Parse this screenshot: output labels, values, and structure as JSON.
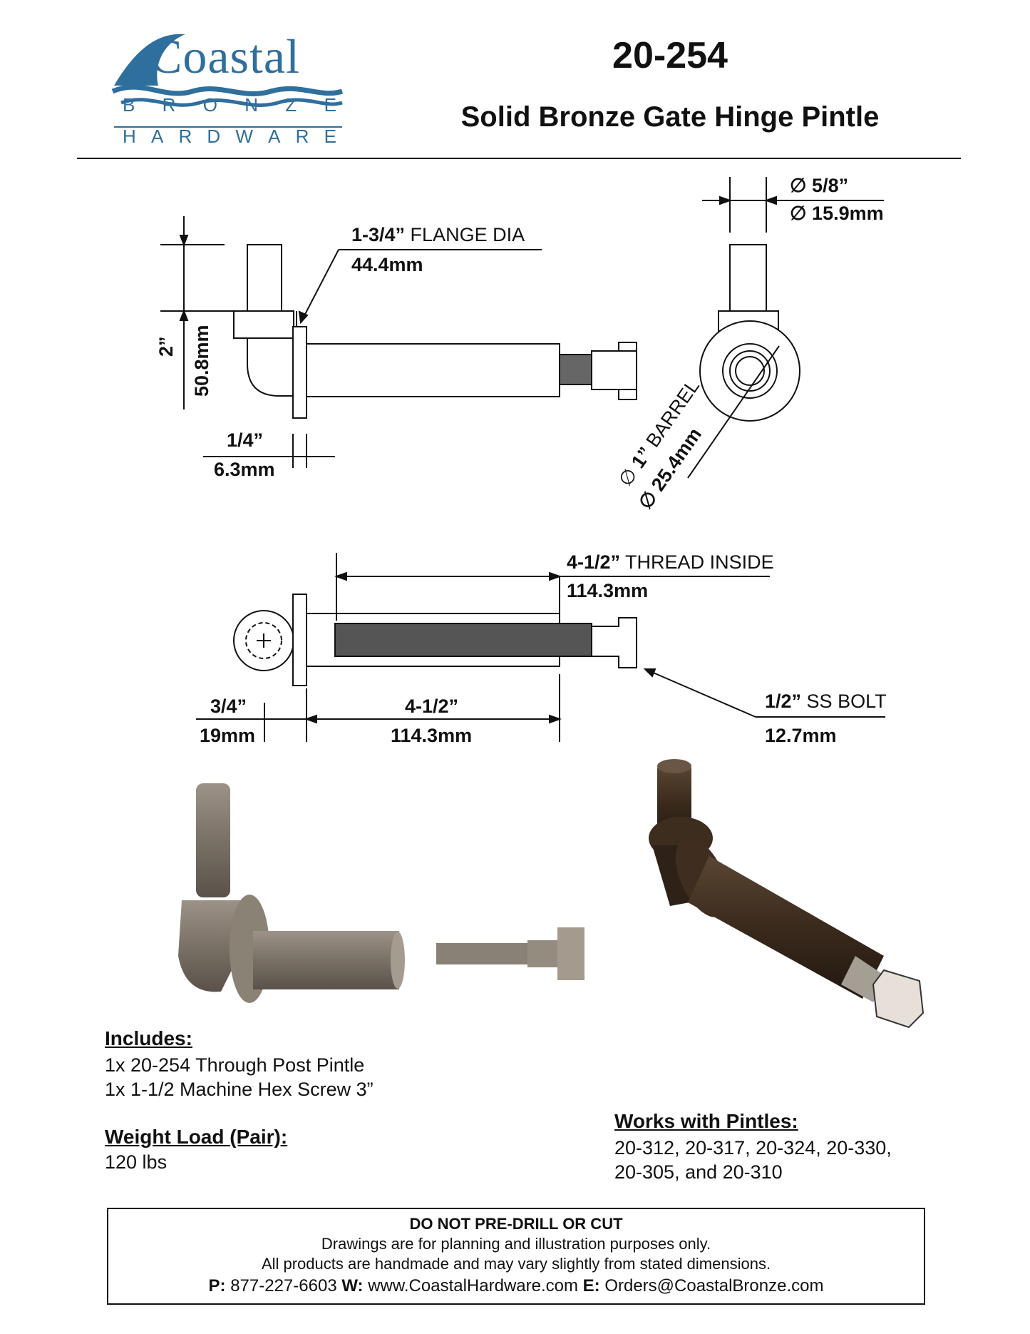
{
  "brand": {
    "name": "Coastal",
    "line2_letters": [
      "B",
      "R",
      "O",
      "N",
      "Z",
      "E"
    ],
    "line3_letters": [
      "H",
      "A",
      "R",
      "D",
      "W",
      "A",
      "R",
      "E"
    ],
    "color": "#2f6f9e"
  },
  "header": {
    "part_number": "20-254",
    "title": "Solid Bronze Gate Hinge Pintle"
  },
  "dimensions": {
    "flange_dia_in": "1-3/4”",
    "flange_dia_label": " FLANGE DIA",
    "flange_dia_mm": "44.4mm",
    "height_in": "2”",
    "height_mm": "50.8mm",
    "flange_thick_in": "1/4”",
    "flange_thick_mm": "6.3mm",
    "pin_dia_in": "5/8”",
    "pin_dia_mm": "15.9mm",
    "barrel_dia_in": "1”",
    "barrel_label": " BARREL",
    "barrel_dia_mm": "25.4mm",
    "thread_in": "4-1/2”",
    "thread_label": " THREAD INSIDE",
    "thread_mm": "114.3mm",
    "offset_in": "3/4”",
    "offset_mm": "19mm",
    "length_in": "4-1/2”",
    "length_mm": "114.3mm",
    "bolt_in": "1/2”",
    "bolt_label": " SS BOLT",
    "bolt_mm": "12.7mm",
    "diameter_symbol": "∅"
  },
  "includes": {
    "heading": "Includes:",
    "items": [
      "1x  20-254 Through Post Pintle",
      "1x  1-1/2 Machine Hex Screw 3”"
    ]
  },
  "weight": {
    "heading": "Weight Load (Pair):",
    "value": "120 lbs"
  },
  "works_with": {
    "heading": "Works with Pintles: ",
    "line1": "20-312, 20-317, 20-324, 20-330,",
    "line2": "20-305, and 20-310"
  },
  "footer": {
    "warning": "DO NOT PRE-DRILL OR CUT",
    "note1": "Drawings are for planning and illustration purposes only.",
    "note2": "All products are handmade and may vary slightly from stated dimensions.",
    "phone_label": "P:",
    "phone": " 877-227-6603 ",
    "web_label": "W:",
    "web": " www.CoastalHardware.com ",
    "email_label": "E:",
    "email": " Orders@CoastalBronze.com"
  }
}
